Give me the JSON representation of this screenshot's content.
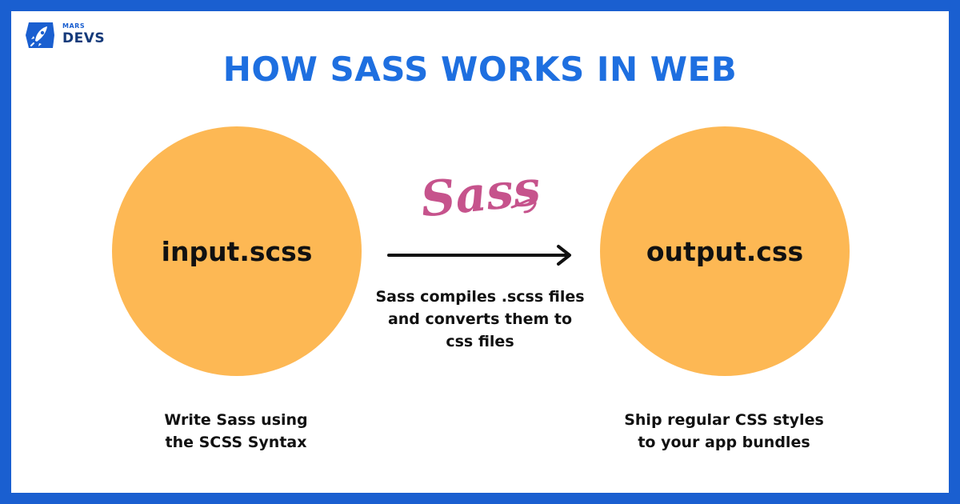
{
  "logo": {
    "top_text": "MARS",
    "main_text": "DEVS"
  },
  "title": "HOW SASS WORKS IN WEB",
  "input_node": {
    "label": "input.scss",
    "caption_lines": [
      "Write Sass using",
      "the SCSS Syntax"
    ]
  },
  "process": {
    "logo_text": "Sass",
    "caption_lines": [
      "Sass compiles .scss files",
      "and converts them to",
      "css files"
    ]
  },
  "output_node": {
    "label": "output.css",
    "caption_lines": [
      "Ship regular CSS styles",
      "to your app bundles"
    ]
  },
  "colors": {
    "frame": "#1a5fd0",
    "title": "#1e6fe0",
    "circle": "#fdb854",
    "sass_pink": "#c6538c",
    "arrow": "#111111"
  },
  "icons": {
    "logo_mark": "rocket-icon"
  }
}
